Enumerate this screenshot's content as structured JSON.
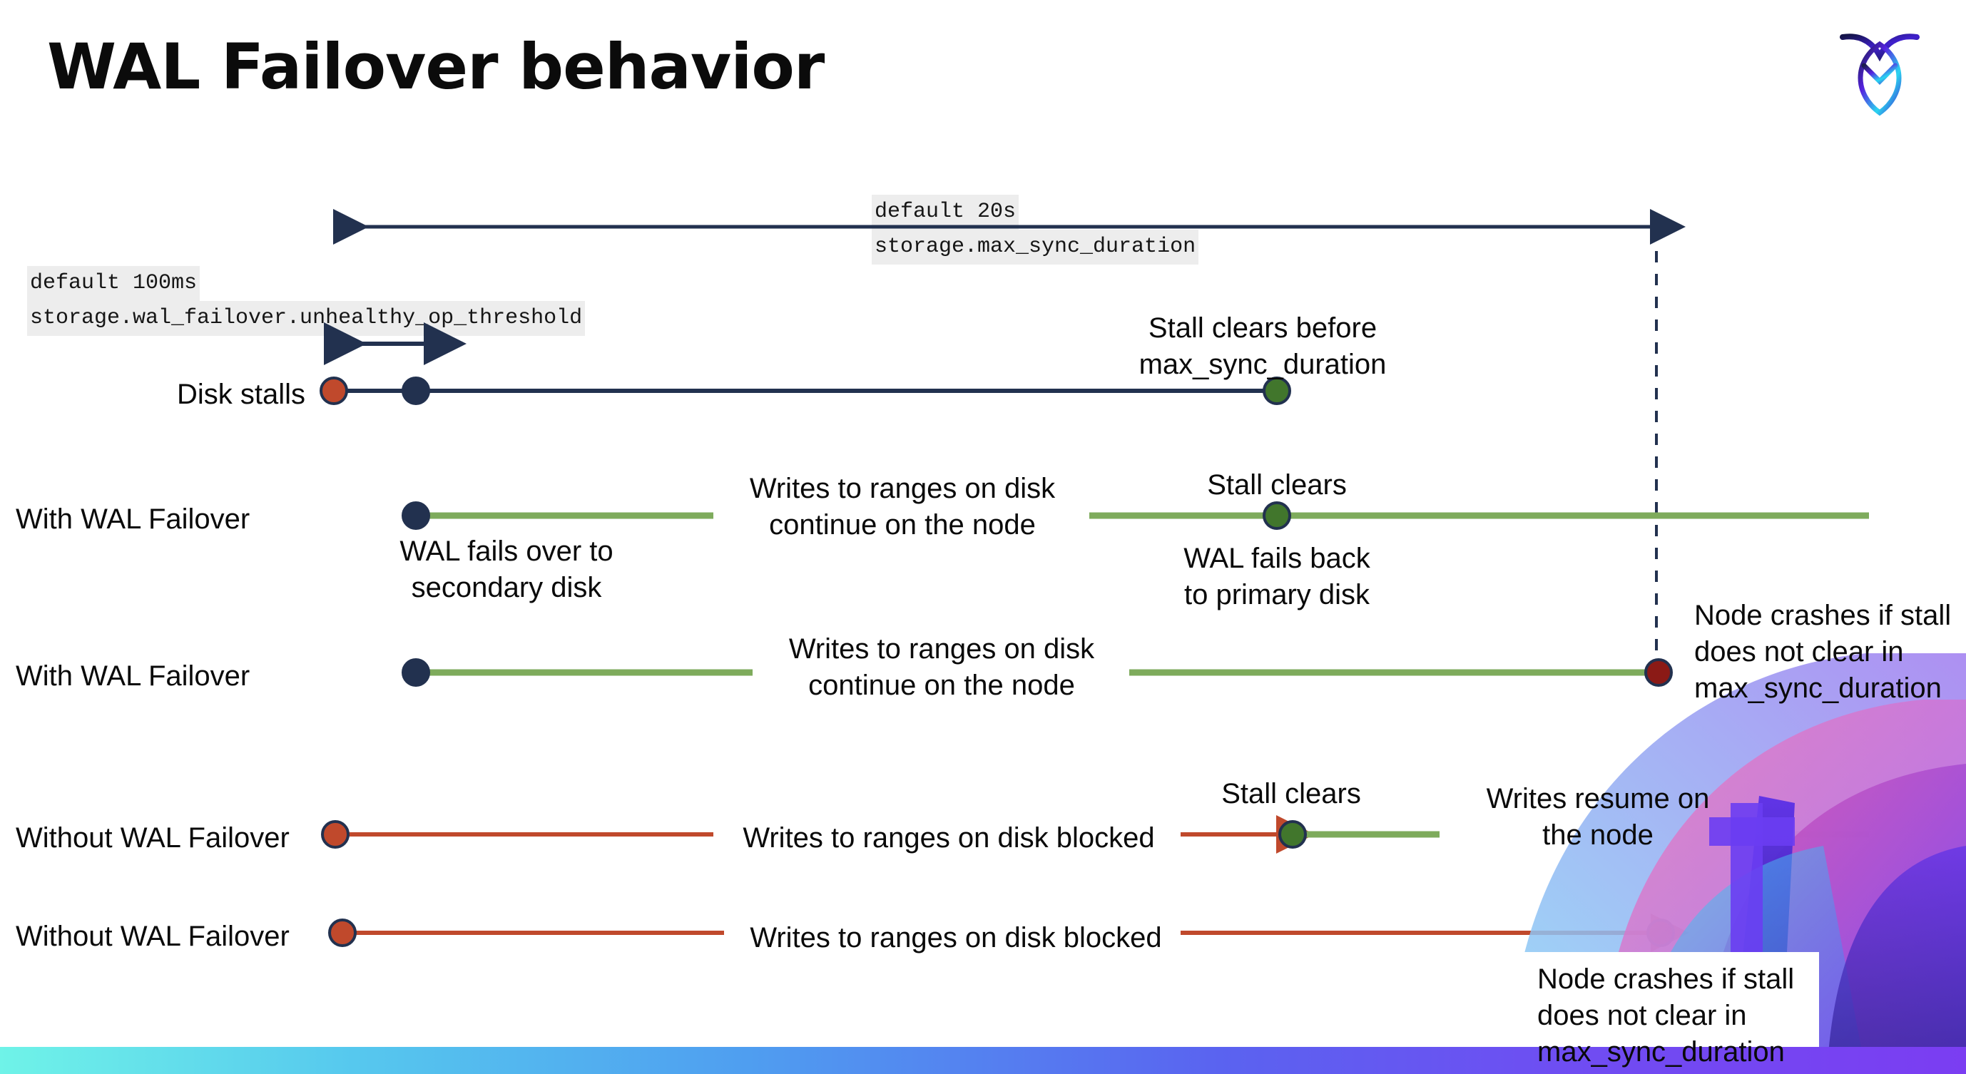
{
  "slide": {
    "title": "WAL Failover behavior",
    "logo_name": "cockroachdb-logo"
  },
  "callouts": {
    "max_sync": {
      "line1": "default 20s",
      "line2": "storage.max_sync_duration"
    },
    "unhealthy_op": {
      "line1": "default 100ms",
      "line2": "storage.wal_failover.unhealthy_op_threshold"
    }
  },
  "rows": [
    {
      "id": "disk-stalls",
      "row_label": "Disk stalls",
      "annotations": [
        {
          "id": "stall-clears-before",
          "text_line1": "Stall clears before",
          "text_line2": "max_sync_duration"
        }
      ]
    },
    {
      "id": "with-wal-failover-clears",
      "row_label": "With WAL Failover",
      "annotations": [
        {
          "id": "writes-continue",
          "text_line1": "Writes to ranges on disk",
          "text_line2": "continue on the node"
        },
        {
          "id": "stall-clears",
          "text_line1": "Stall clears",
          "text_line2": ""
        },
        {
          "id": "wal-fails-over",
          "text_line1": "WAL fails over to",
          "text_line2": "secondary disk"
        },
        {
          "id": "wal-fails-back",
          "text_line1": "WAL fails  back",
          "text_line2": "to primary disk"
        }
      ]
    },
    {
      "id": "with-wal-failover-crash",
      "row_label": "With WAL Failover",
      "annotations": [
        {
          "id": "writes-continue-2",
          "text_line1": "Writes to ranges on disk",
          "text_line2": "continue on the node"
        },
        {
          "id": "node-crashes-1",
          "text_line1": "Node crashes if stall",
          "text_line2": "does not clear in",
          "text_line3": "max_sync_duration"
        }
      ]
    },
    {
      "id": "without-wal-failover-clears",
      "row_label": "Without WAL Failover",
      "annotations": [
        {
          "id": "writes-blocked-1",
          "text_line1": "Writes to ranges on disk  blocked",
          "text_line2": ""
        },
        {
          "id": "stall-clears-2",
          "text_line1": "Stall clears",
          "text_line2": ""
        },
        {
          "id": "writes-resume",
          "text_line1": "Writes resume on",
          "text_line2": "the node"
        }
      ]
    },
    {
      "id": "without-wal-failover-crash",
      "row_label": "Without WAL Failover",
      "annotations": [
        {
          "id": "writes-blocked-2",
          "text_line1": "Writes to ranges on disk  blocked",
          "text_line2": ""
        },
        {
          "id": "node-crashes-2",
          "text_line1": "Node crashes if stall",
          "text_line2": "does not clear in",
          "text_line3": "max_sync_duration"
        }
      ]
    }
  ],
  "colors": {
    "navy": "#22314f",
    "orange_red": "#c0492c",
    "green_dot": "#41762c",
    "green_line": "#7eab5c",
    "dark_red": "#8b1a16",
    "code_bg": "#ededed",
    "text": "#0a0a0a"
  }
}
